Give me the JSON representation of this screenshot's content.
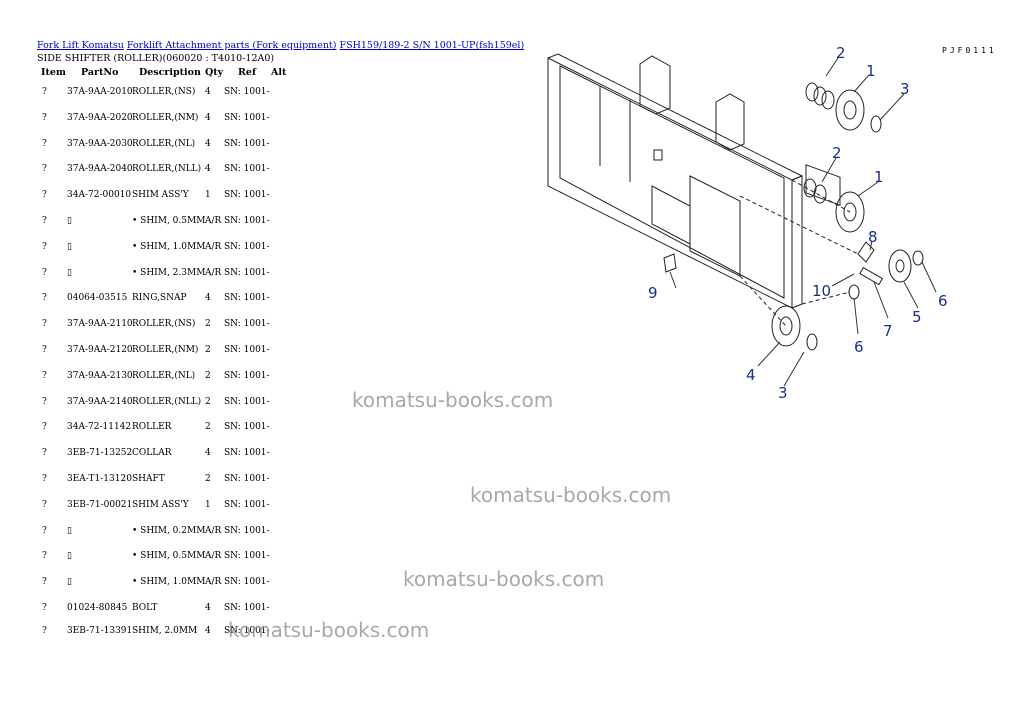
{
  "breadcrumb": [
    "Fork Lift Komatsu",
    "Forklift Attachment parts (Fork equipment)",
    "FSH159/189-2 S/N 1001-UP(fsh159el)"
  ],
  "subtitle": "SIDE SHIFTER (ROLLER)(060020 : T4010-12A0)",
  "page_code": "PJF0111",
  "columns": [
    "Item",
    "PartNo",
    "Description",
    "Qty",
    "Ref",
    "Alt"
  ],
  "rows": [
    {
      "item": "?",
      "partno": "37A-9AA-2010",
      "desc": "ROLLER,(NS)",
      "qty": "4",
      "ref": "SN: 1001-"
    },
    {
      "item": "?",
      "partno": "37A-9AA-2020",
      "desc": "ROLLER,(NM)",
      "qty": "4",
      "ref": "SN: 1001-"
    },
    {
      "item": "?",
      "partno": "37A-9AA-2030",
      "desc": "ROLLER,(NL)",
      "qty": "4",
      "ref": "SN: 1001-"
    },
    {
      "item": "?",
      "partno": "37A-9AA-2040",
      "desc": "ROLLER,(NLL)",
      "qty": "4",
      "ref": "SN: 1001-"
    },
    {
      "item": "?",
      "partno": "34A-72-00010",
      "desc": "SHIM ASS'Y",
      "qty": "1",
      "ref": "SN: 1001-"
    },
    {
      "item": "?",
      "partno": "▯",
      "desc": "• SHIM, 0.5MM",
      "qty": "A/R",
      "ref": "SN: 1001-"
    },
    {
      "item": "?",
      "partno": "▯",
      "desc": "• SHIM, 1.0MM",
      "qty": "A/R",
      "ref": "SN: 1001-"
    },
    {
      "item": "?",
      "partno": "▯",
      "desc": "• SHIM, 2.3MM",
      "qty": "A/R",
      "ref": "SN: 1001-"
    },
    {
      "item": "?",
      "partno": "04064-03515",
      "desc": "RING,SNAP",
      "qty": "4",
      "ref": "SN: 1001-"
    },
    {
      "item": "?",
      "partno": "37A-9AA-2110",
      "desc": "ROLLER,(NS)",
      "qty": "2",
      "ref": "SN: 1001-"
    },
    {
      "item": "?",
      "partno": "37A-9AA-2120",
      "desc": "ROLLER,(NM)",
      "qty": "2",
      "ref": "SN: 1001-"
    },
    {
      "item": "?",
      "partno": "37A-9AA-2130",
      "desc": "ROLLER,(NL)",
      "qty": "2",
      "ref": "SN: 1001-"
    },
    {
      "item": "?",
      "partno": "37A-9AA-2140",
      "desc": "ROLLER,(NLL)",
      "qty": "2",
      "ref": "SN: 1001-"
    },
    {
      "item": "?",
      "partno": "34A-72-11142",
      "desc": "ROLLER",
      "qty": "2",
      "ref": "SN: 1001-"
    },
    {
      "item": "?",
      "partno": "3EB-71-13252",
      "desc": "COLLAR",
      "qty": "4",
      "ref": "SN: 1001-"
    },
    {
      "item": "?",
      "partno": "3EA-T1-13120",
      "desc": "SHAFT",
      "qty": "2",
      "ref": "SN: 1001-"
    },
    {
      "item": "?",
      "partno": "3EB-71-00021",
      "desc": "SHIM ASS'Y",
      "qty": "1",
      "ref": "SN: 1001-"
    },
    {
      "item": "?",
      "partno": "▯",
      "desc": "• SHIM, 0.2MM",
      "qty": "A/R",
      "ref": "SN: 1001-"
    },
    {
      "item": "?",
      "partno": "▯",
      "desc": "• SHIM, 0.5MM",
      "qty": "A/R",
      "ref": "SN: 1001-"
    },
    {
      "item": "?",
      "partno": "▯",
      "desc": "• SHIM, 1.0MM",
      "qty": "A/R",
      "ref": "SN: 1001-"
    },
    {
      "item": "?",
      "partno": "01024-80845",
      "desc": "BOLT",
      "qty": "4",
      "ref": "SN: 1001-"
    },
    {
      "item": "?",
      "partno": "3EB-71-13391",
      "desc": "SHIM, 2.0MM",
      "qty": "4",
      "ref": "SN: 1001-"
    }
  ],
  "watermark": "komatsu-books.com",
  "callouts": [
    "2",
    "1",
    "3",
    "2",
    "1",
    "8",
    "10",
    "6",
    "9",
    "7",
    "5",
    "6",
    "4",
    "3"
  ]
}
